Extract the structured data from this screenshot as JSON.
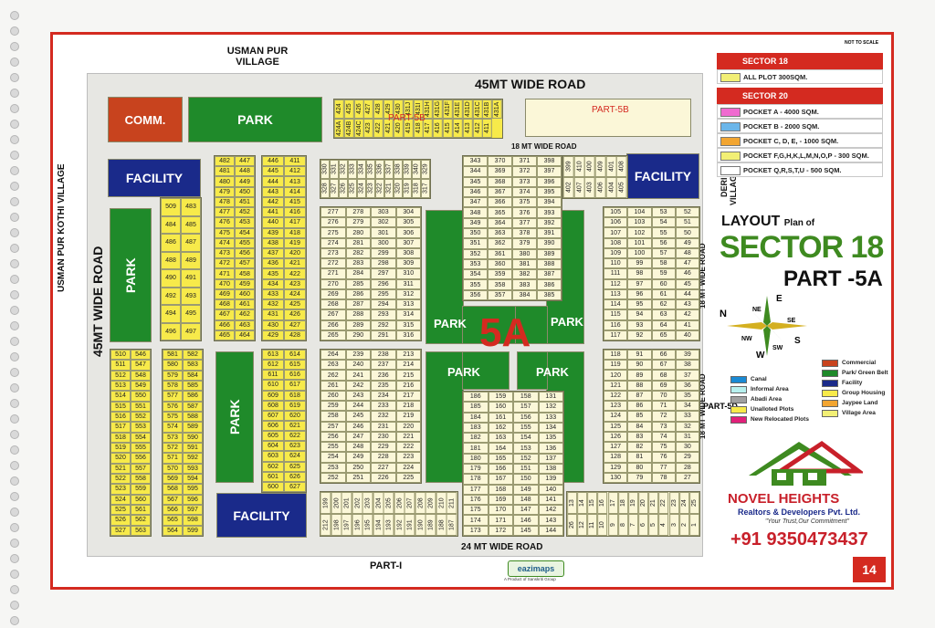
{
  "title": {
    "layout": "LAYOUT",
    "plan_of": "Plan of",
    "sector": "SECTOR 18",
    "part": "PART -5A",
    "not_to_scale": "NOT TO SCALE"
  },
  "roads": {
    "top": "45MT WIDE ROAD",
    "left": "45MT WIDE ROAD",
    "bottom": "24 MT WIDE ROAD",
    "inner_top": "18 MT WIDE ROAD",
    "right1": "18 MT WIDE ROAD",
    "right2": "18 MT WIDE ROAD"
  },
  "villages": {
    "usman_pur": "USMAN PUR VILLAGE",
    "usman_pur_kothi": "USMAN PUR KOTHI VILLAGE",
    "deri": "DERI VILLAGE"
  },
  "blocks": {
    "comm": "COMM.",
    "park": "PARK",
    "facility": "FACILITY",
    "part5b": "PART-5B",
    "part5d": "PART-5D",
    "sector_code": "5A",
    "part_i": "PART-I"
  },
  "sector_table": {
    "sector18_head": "SECTOR 18",
    "sector18_row": "ALL PLOT  300SQM.",
    "sector20_head": "SECTOR 20",
    "rows": [
      {
        "label": "POCKET A   - 4000 SQM.",
        "color": "#f06ad0"
      },
      {
        "label": "POCKET B   - 2000 SQM.",
        "color": "#6bb6ea"
      },
      {
        "label": "POCKET C, D, E, - 1000 SQM.",
        "color": "#f2a531"
      },
      {
        "label": "POCKET  F,G,H,K,L,M,N,O,P  - 300 SQM.",
        "color": "#f2ef75"
      },
      {
        "label": "POCKET Q,R,S,T,U  - 500 SQM.",
        "color": "#ffffff"
      }
    ]
  },
  "map_legend_left": [
    {
      "label": "Canal",
      "color": "#1a8ad4"
    },
    {
      "label": "Informal Area",
      "color": "#b7f0ee"
    },
    {
      "label": "Abadi Area",
      "color": "#a0a0a0"
    },
    {
      "label": "Unalloted Plots",
      "color": "#f7ea4a"
    },
    {
      "label": "New Relocated Plots",
      "color": "#e1207a"
    }
  ],
  "map_legend_right": [
    {
      "label": "Commercial",
      "color": "#c8431e"
    },
    {
      "label": "Park/ Green Belt",
      "color": "#1f8a2a"
    },
    {
      "label": "Facility",
      "color": "#1a2a8a"
    },
    {
      "label": "Group Housing",
      "color": "#f7ea4a"
    },
    {
      "label": "Jaypee Land",
      "color": "#f2a531"
    },
    {
      "label": "Village Area",
      "color": "#f2ef75"
    }
  ],
  "compass": {
    "n": "N",
    "ne": "NE",
    "e": "E",
    "se": "SE",
    "s": "S",
    "sw": "SW",
    "w": "W",
    "nw": "NW"
  },
  "company": {
    "name": "NOVEL HEIGHTS",
    "sub": "Realtors & Developers Pvt. Ltd.",
    "tagline": "\"Your Trust,Our Commitment\"",
    "phone": "+91 9350473437"
  },
  "brand": {
    "name": "eazimaps",
    "sub": "A Product of Sanskriti Group"
  },
  "page_number": "14",
  "plots": {
    "col_509": [
      "509",
      "483",
      "484",
      "485",
      "486",
      "487",
      "488",
      "489",
      "490",
      "491",
      "492",
      "493",
      "494",
      "495",
      "496",
      "497"
    ],
    "col_482": [
      "482",
      "447",
      "481",
      "448",
      "480",
      "449",
      "479",
      "450",
      "478",
      "451",
      "477",
      "452",
      "476",
      "453",
      "475",
      "454",
      "474",
      "455",
      "473",
      "456",
      "472",
      "457",
      "471",
      "458",
      "470",
      "459",
      "469",
      "460",
      "468",
      "461",
      "467",
      "462",
      "466",
      "463",
      "465",
      "464"
    ],
    "col_446": [
      "446",
      "411",
      "445",
      "412",
      "444",
      "413",
      "443",
      "414",
      "442",
      "415",
      "441",
      "416",
      "440",
      "417",
      "439",
      "418",
      "438",
      "419",
      "437",
      "420",
      "436",
      "421",
      "435",
      "422",
      "434",
      "423",
      "433",
      "424",
      "432",
      "425",
      "431",
      "426",
      "430",
      "427",
      "429",
      "428"
    ],
    "col_510": [
      "510",
      "546",
      "511",
      "547",
      "512",
      "548",
      "513",
      "549",
      "514",
      "550",
      "515",
      "551",
      "516",
      "552",
      "517",
      "553",
      "518",
      "554",
      "519",
      "555",
      "520",
      "556",
      "521",
      "557",
      "522",
      "558",
      "523",
      "559",
      "524",
      "560",
      "525",
      "561",
      "526",
      "562",
      "527",
      "563"
    ],
    "col_581": [
      "581",
      "582",
      "580",
      "583",
      "579",
      "584",
      "578",
      "585",
      "577",
      "586",
      "576",
      "587",
      "575",
      "588",
      "574",
      "589",
      "573",
      "590",
      "572",
      "591",
      "571",
      "592",
      "570",
      "593",
      "569",
      "594",
      "568",
      "595",
      "567",
      "596",
      "566",
      "597",
      "565",
      "598",
      "564",
      "599"
    ],
    "col_613": [
      "613",
      "614",
      "612",
      "615",
      "611",
      "616",
      "610",
      "617",
      "609",
      "618",
      "608",
      "619",
      "607",
      "620",
      "606",
      "621",
      "605",
      "622",
      "604",
      "623",
      "603",
      "624",
      "602",
      "625",
      "601",
      "626",
      "600",
      "627"
    ],
    "col_330": [
      "330",
      "331",
      "332",
      "333",
      "334",
      "335",
      "336",
      "337",
      "338",
      "339",
      "340",
      "329",
      "328",
      "327",
      "326",
      "325",
      "324",
      "323",
      "322",
      "321",
      "320",
      "319",
      "318",
      "317"
    ],
    "col_277": [
      "277",
      "278",
      "303",
      "304",
      "276",
      "279",
      "302",
      "305",
      "275",
      "280",
      "301",
      "306",
      "274",
      "281",
      "300",
      "307",
      "273",
      "282",
      "299",
      "308",
      "272",
      "283",
      "298",
      "309",
      "271",
      "284",
      "297",
      "310",
      "270",
      "285",
      "296",
      "311",
      "269",
      "286",
      "295",
      "312",
      "268",
      "287",
      "294",
      "313",
      "267",
      "288",
      "293",
      "314",
      "266",
      "289",
      "292",
      "315",
      "265",
      "290",
      "291",
      "316"
    ],
    "col_264": [
      "264",
      "239",
      "238",
      "213",
      "263",
      "240",
      "237",
      "214",
      "262",
      "241",
      "236",
      "215",
      "261",
      "242",
      "235",
      "216",
      "260",
      "243",
      "234",
      "217",
      "259",
      "244",
      "233",
      "218",
      "258",
      "245",
      "232",
      "219",
      "257",
      "246",
      "231",
      "220",
      "256",
      "247",
      "230",
      "221",
      "255",
      "248",
      "229",
      "222",
      "254",
      "249",
      "228",
      "223",
      "253",
      "250",
      "227",
      "224",
      "252",
      "251",
      "226",
      "225"
    ],
    "col_343": [
      "343",
      "370",
      "371",
      "398",
      "344",
      "369",
      "372",
      "397",
      "345",
      "368",
      "373",
      "396",
      "346",
      "367",
      "374",
      "395",
      "347",
      "366",
      "375",
      "394",
      "348",
      "365",
      "376",
      "393",
      "349",
      "364",
      "377",
      "392",
      "350",
      "363",
      "378",
      "391",
      "351",
      "362",
      "379",
      "390",
      "352",
      "361",
      "380",
      "389",
      "353",
      "360",
      "381",
      "388",
      "354",
      "359",
      "382",
      "387",
      "355",
      "358",
      "383",
      "386",
      "356",
      "357",
      "384",
      "385"
    ],
    "col_186": [
      "186",
      "159",
      "158",
      "131",
      "185",
      "160",
      "157",
      "132",
      "184",
      "161",
      "156",
      "133",
      "183",
      "162",
      "155",
      "134",
      "182",
      "163",
      "154",
      "135",
      "181",
      "164",
      "153",
      "136",
      "180",
      "165",
      "152",
      "137",
      "179",
      "166",
      "151",
      "138",
      "178",
      "167",
      "150",
      "139",
      "177",
      "168",
      "149",
      "140",
      "176",
      "169",
      "148",
      "141",
      "175",
      "170",
      "147",
      "142",
      "174",
      "171",
      "146",
      "143",
      "173",
      "172",
      "145",
      "144"
    ],
    "col_105": [
      "105",
      "104",
      "53",
      "52",
      "106",
      "103",
      "54",
      "51",
      "107",
      "102",
      "55",
      "50",
      "108",
      "101",
      "56",
      "49",
      "109",
      "100",
      "57",
      "48",
      "110",
      "99",
      "58",
      "47",
      "111",
      "98",
      "59",
      "46",
      "112",
      "97",
      "60",
      "45",
      "113",
      "96",
      "61",
      "44",
      "114",
      "95",
      "62",
      "43",
      "115",
      "94",
      "63",
      "42",
      "116",
      "93",
      "64",
      "41",
      "117",
      "92",
      "65",
      "40"
    ],
    "col_118": [
      "118",
      "91",
      "66",
      "39",
      "119",
      "90",
      "67",
      "38",
      "120",
      "89",
      "68",
      "37",
      "121",
      "88",
      "69",
      "36",
      "122",
      "87",
      "70",
      "35",
      "123",
      "86",
      "71",
      "34",
      "124",
      "85",
      "72",
      "33",
      "125",
      "84",
      "73",
      "32",
      "126",
      "83",
      "74",
      "31",
      "127",
      "82",
      "75",
      "30",
      "128",
      "81",
      "76",
      "29",
      "129",
      "80",
      "77",
      "28",
      "130",
      "79",
      "78",
      "27"
    ],
    "row_199": [
      "199",
      "200",
      "201",
      "202",
      "203",
      "204",
      "205",
      "206",
      "207",
      "208",
      "209",
      "210",
      "211",
      "212",
      "198",
      "197",
      "196",
      "195",
      "194",
      "193",
      "192",
      "191",
      "190",
      "189",
      "188",
      "187"
    ],
    "row_13": [
      "13",
      "14",
      "15",
      "16",
      "17",
      "18",
      "19",
      "20",
      "21",
      "22",
      "23",
      "24",
      "25",
      "26",
      "12",
      "11",
      "10",
      "9",
      "8",
      "7",
      "6",
      "5",
      "4",
      "3",
      "2",
      "1"
    ],
    "top_strip": [
      "424",
      "425",
      "426",
      "427",
      "428",
      "429",
      "430",
      "431J",
      "431I",
      "431H",
      "431G",
      "431F",
      "431E",
      "431D",
      "431C",
      "431B",
      "431A",
      "424A",
      "424B",
      "424C",
      "423",
      "422",
      "421",
      "420",
      "419",
      "418",
      "417",
      "416",
      "415",
      "414",
      "413",
      "412",
      "411"
    ],
    "row_399": [
      "399",
      "410",
      "400",
      "409",
      "401",
      "408",
      "402",
      "407",
      "403",
      "406",
      "404",
      "405"
    ]
  }
}
